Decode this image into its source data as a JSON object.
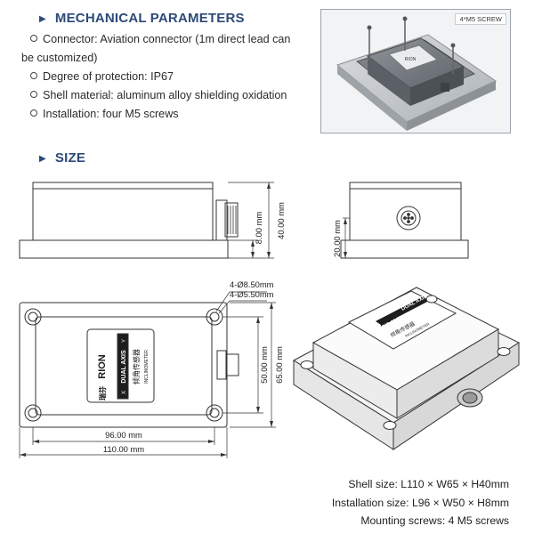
{
  "mechanical": {
    "heading": "MECHANICAL PARAMETERS",
    "items": [
      "Connector: Aviation connector (1m direct lead can",
      "be customized)",
      "Degree of protection: IP67",
      "Shell material: aluminum alloy shielding oxidation",
      "Installation: four M5 screws"
    ]
  },
  "photo": {
    "label": "4*M5 SCREW"
  },
  "size": {
    "heading": "SIZE"
  },
  "dims": {
    "h40": "40.00 mm",
    "h8": "8.00 mm",
    "h20": "20.00 mm",
    "hole_outer": "4-Ø8.50mm",
    "hole_inner": "4-Ø5.50mm",
    "w50": "50.00 mm",
    "w65": "65.00 mm",
    "l96": "96.00 mm",
    "l110": "110.00 mm"
  },
  "device": {
    "brand": "RION",
    "brand_cn": "瑞芬",
    "name_cn": "倾角传感器",
    "axis": "DUAL AXIS",
    "axis_x": "X",
    "axis_y": "Y",
    "type": "INCLINOMETER"
  },
  "specs": {
    "shell": "Shell size: L110 × W65 × H40mm",
    "install": "Installation size: L96 × W50 × H8mm",
    "screws": "Mounting screws: 4 M5 screws"
  }
}
